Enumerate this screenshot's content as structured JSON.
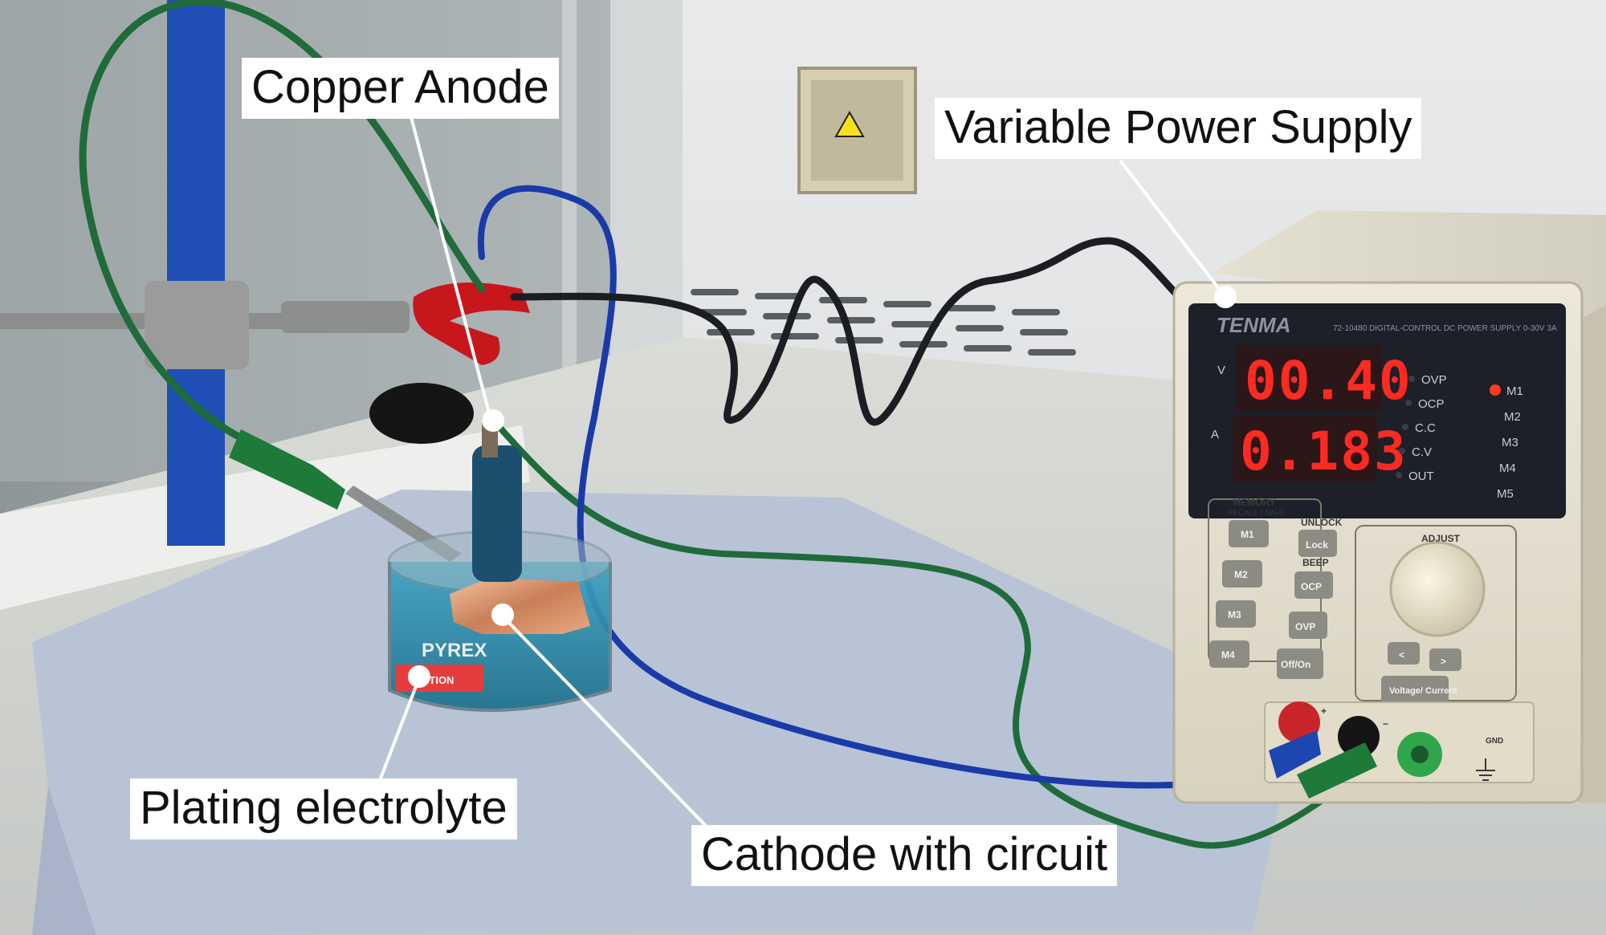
{
  "labels": {
    "copper_anode": "Copper Anode",
    "power_supply": "Variable Power Supply",
    "electrolyte": "Plating electrolyte",
    "cathode": "Cathode with circuit"
  },
  "power_supply": {
    "brand": "TENMA",
    "model": "72-10480 DIGITAL-CONTROL DC POWER SUPPLY 0-30V 3A",
    "voltage_unit": "V",
    "current_unit": "A",
    "voltage_reading": "00.40",
    "current_reading": "0.183",
    "indicators_left": [
      "OVP",
      "OCP",
      "C.C",
      "C.V",
      "OUT"
    ],
    "indicators_right": [
      "M1",
      "M2",
      "M3",
      "M4",
      "M5"
    ],
    "memory_title": "MEMORY",
    "memory_subtitle": "RECALL / SAVE",
    "memory_keys": [
      "M1",
      "M2",
      "M3",
      "M4"
    ],
    "unlock_label": "UNLOCK",
    "lock_key": "Lock",
    "beep_label": "BEEP",
    "ocp_key": "OCP",
    "ovp_key": "OVP",
    "offon_key": "Off/On",
    "adjust_label": "ADJUST",
    "left_key": "<",
    "right_key": ">",
    "voltage_current_key": "Voltage/ Current",
    "plus_sign": "+",
    "minus_sign": "−",
    "gnd_label": "GND"
  },
  "beaker": {
    "brand": "PYREX",
    "label_fragment": "UTION"
  },
  "colors": {
    "display_red": "#ff2a22",
    "wire_green": "#1f6b3a",
    "wire_blue": "#1a3aa8",
    "clamp_red": "#c8161d",
    "electrolyte_blue": "#2f8fb0",
    "psu_body": "#e6e1d0",
    "paper_towel": "#b8c3d6"
  },
  "icons": {
    "warning": "warning-triangle-icon",
    "ground": "ground-symbol-icon"
  }
}
